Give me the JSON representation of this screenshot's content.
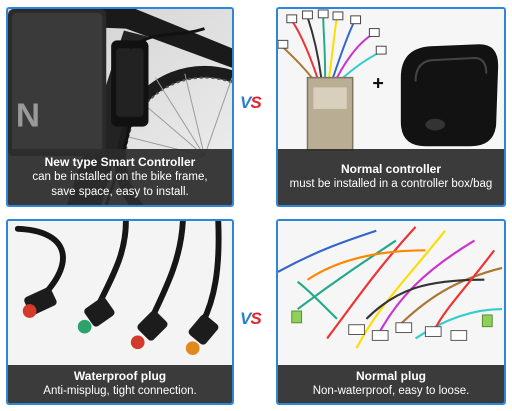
{
  "panels": {
    "top_left": {
      "title": "New type Smart Controller",
      "lines": [
        "can be installed on the bike frame,",
        "save space, easy to install."
      ],
      "brand_fragment": "N"
    },
    "top_right": {
      "title": "Normal controller",
      "lines": [
        "must be installed in a controller box/bag"
      ],
      "plus_symbol": "+"
    },
    "bottom_left": {
      "title": "Waterproof plug",
      "lines": [
        "Anti-misplug, tight connection."
      ],
      "plug_colors": [
        "#d33a2c",
        "#2da36b",
        "#d33a2c",
        "#e08a1e"
      ]
    },
    "bottom_right": {
      "title": "Normal plug",
      "lines": [
        "Non-waterproof, easy to loose."
      ]
    }
  },
  "vs": {
    "v": "V",
    "s": "S"
  },
  "colors": {
    "border": "#2f86d6",
    "caption_bg": "#2c2c2c",
    "vs_v": "#2a7fd0",
    "vs_s": "#e0232a"
  }
}
